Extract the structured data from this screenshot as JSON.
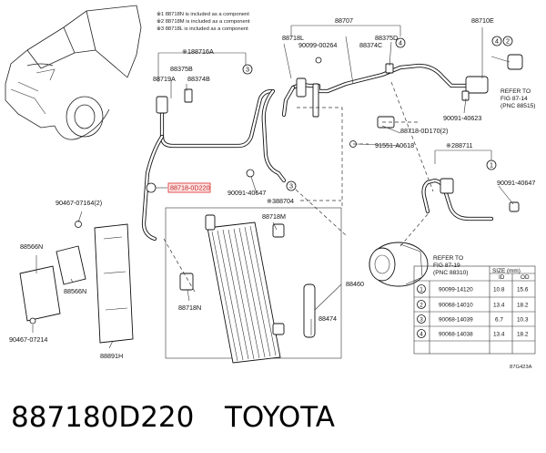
{
  "notes": [
    "※1 88718N is included as a component",
    "※2 88718M is included as a component",
    "※3 88718L is included as a component"
  ],
  "labels": {
    "p88716A": "※188716A",
    "p88375B": "88375B",
    "p88719A": "88719A",
    "p88374B": "88374B",
    "p88707": "88707",
    "p88718L": "88718L",
    "p90099_00264": "90099-00264",
    "p88375D": "88375D",
    "p88374C": "88374C",
    "p88710E": "88710E",
    "p90091_40623": "90091-40623",
    "p88718_0D170": "88718-0D170(2)",
    "p91551_A0618": "91551-A0618",
    "p88711": "※288711",
    "p90091_40647_r": "90091-40647",
    "p90091_40647_m": "90091-40647",
    "p88704": "※388704",
    "p88718_0D220": "88718-0D220",
    "p90467_07164": "90467-07164(2)",
    "p88718M": "88718M",
    "p88566N_top": "88566N",
    "p88566N": "88566N",
    "p88718N": "88718N",
    "p88460": "88460",
    "p88474": "88474",
    "p90467_07214": "90467-07214",
    "p88891H": "88891H",
    "diagram_code": "87G423A"
  },
  "refer_boxes": [
    {
      "lines": [
        "REFER TO",
        "FIG 87-14",
        "(PNC 88515)"
      ]
    },
    {
      "lines": [
        "REFER TO",
        "FIG 87-19",
        "(PNC 88310)"
      ]
    }
  ],
  "circle_markers": [
    "1",
    "2",
    "3",
    "4"
  ],
  "size_table": {
    "title": "SIZE (mm)",
    "headers": [
      "ID",
      "OD"
    ],
    "rows": [
      {
        "marker": "1",
        "part": "90099-14120",
        "id": "10.8",
        "od": "15.6"
      },
      {
        "marker": "2",
        "part": "90068-14010",
        "id": "13.4",
        "od": "18.2"
      },
      {
        "marker": "3",
        "part": "90068-14039",
        "id": "6.7",
        "od": "10.3"
      },
      {
        "marker": "4",
        "part": "90068-14038",
        "id": "13.4",
        "od": "18.2"
      }
    ]
  },
  "footer": {
    "part_number": "887180D220",
    "brand": "TOYOTA"
  },
  "colors": {
    "highlight_fill": "#fde3e3",
    "highlight_stroke": "#e04040",
    "highlight_text": "#c02020"
  }
}
